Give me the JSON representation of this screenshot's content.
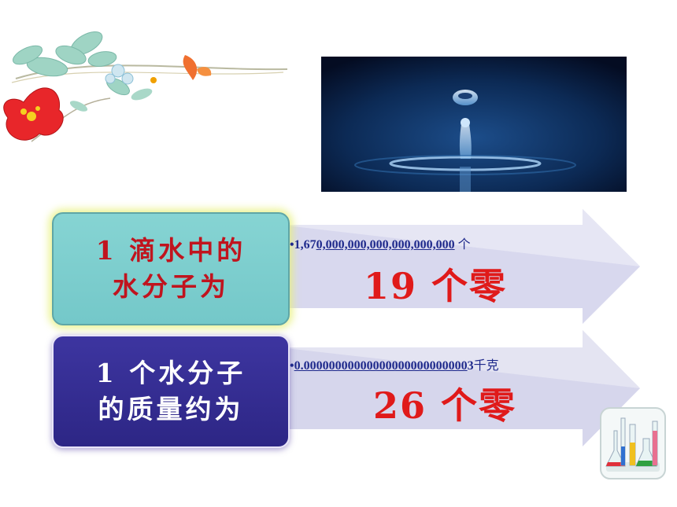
{
  "fact1": {
    "label_line1": "1 滴水中的",
    "label_line2": "水分子为",
    "bullet": "•",
    "number_prefix": "1,67",
    "number_underlined": "0,000,000,000,000,000,000",
    "unit": "个",
    "zeros_text": "19 个零"
  },
  "fact2": {
    "label_line1": "1 个水分子",
    "label_line2": "的质量约为",
    "bullet": "•",
    "number_underlined": "0.00000000000000000000000000",
    "number_suffix": "3",
    "unit": "千克",
    "zeros_text": "26 个零"
  },
  "colors": {
    "box1_bg": "#7fd0cf",
    "box2_bg": "#352e93",
    "arrow_fill": "#d8d8ee",
    "zeros_red": "#e01a1a",
    "number_blue": "#1f2a8c"
  },
  "icons": {
    "decoration": "flower-decoration-icon",
    "photo": "water-drop-photo",
    "corner": "lab-flasks-icon"
  }
}
